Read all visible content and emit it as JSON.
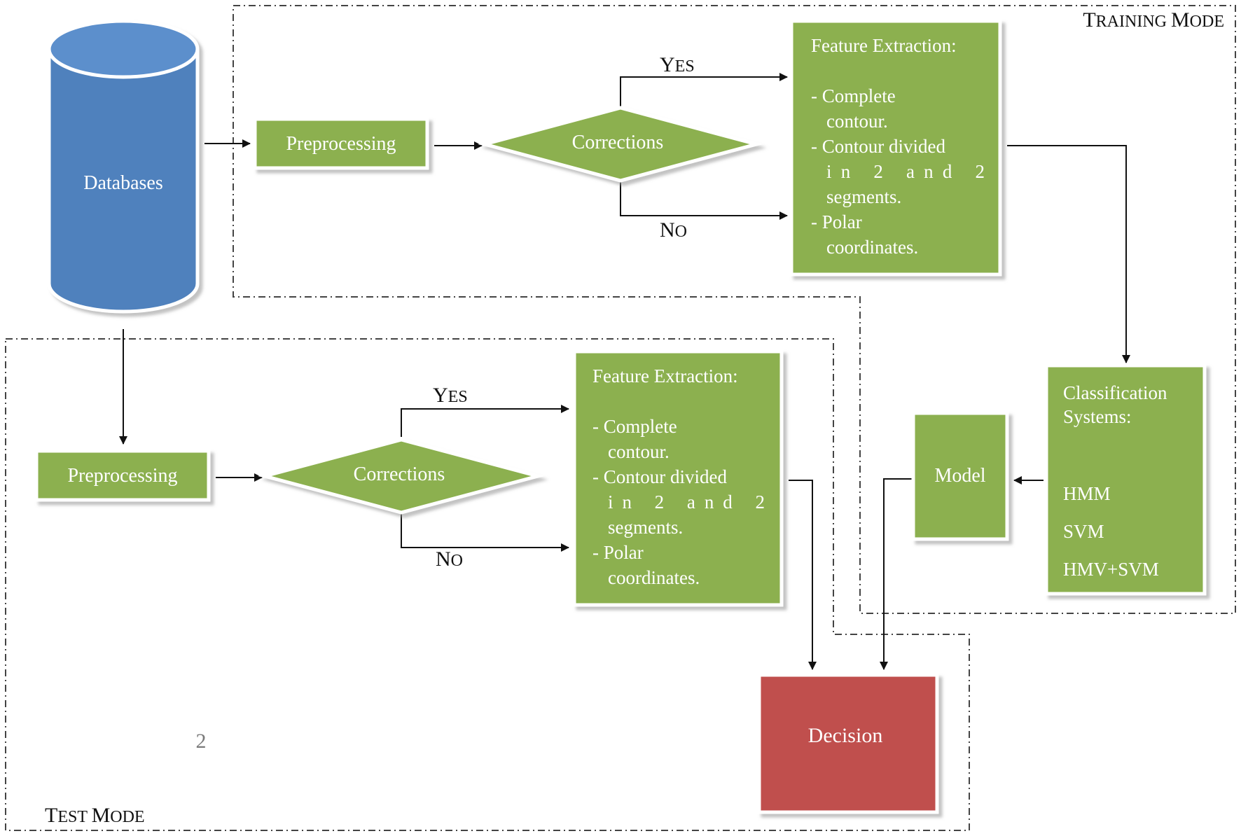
{
  "colors": {
    "green": "#8CB050",
    "green_border": "#ffffff",
    "blue": "#4F81BD",
    "blue_dark": "#3A6596",
    "red": "#C0504D",
    "line": "#111111",
    "dash": "#444444"
  },
  "training_mode": {
    "label_first": "T",
    "label_rest": "RAINING ",
    "label_first2": "M",
    "label_rest2": "ODE"
  },
  "test_mode": {
    "label_first": "T",
    "label_rest": "EST ",
    "label_first2": "M",
    "label_rest2": "ODE"
  },
  "database": {
    "label": "Databases"
  },
  "training": {
    "preprocessing": "Preprocessing",
    "corrections": "Corrections",
    "yes": {
      "first": "Y",
      "rest": "ES"
    },
    "no": {
      "first": "N",
      "rest": "O"
    },
    "feature": {
      "title": "Feature Extraction:",
      "lines": [
        "- Complete",
        "contour.",
        "- Contour divided",
        "in 2 and 2",
        "segments.",
        "- Polar",
        "coordinates."
      ]
    }
  },
  "test": {
    "preprocessing": "Preprocessing",
    "corrections": "Corrections",
    "yes": {
      "first": "Y",
      "rest": "ES"
    },
    "no": {
      "first": "N",
      "rest": "O"
    },
    "feature": {
      "title": "Feature Extraction:",
      "lines": [
        "- Complete",
        "contour.",
        "- Contour divided",
        "in 2 and 2",
        "segments.",
        "- Polar",
        "coordinates."
      ]
    }
  },
  "classification": {
    "title_line1": "Classification",
    "title_line2": "Systems:",
    "items": [
      "HMM",
      "SVM",
      "HMV+SVM"
    ]
  },
  "model": {
    "label": "Model"
  },
  "decision": {
    "label": "Decision"
  },
  "stray_label": "2"
}
